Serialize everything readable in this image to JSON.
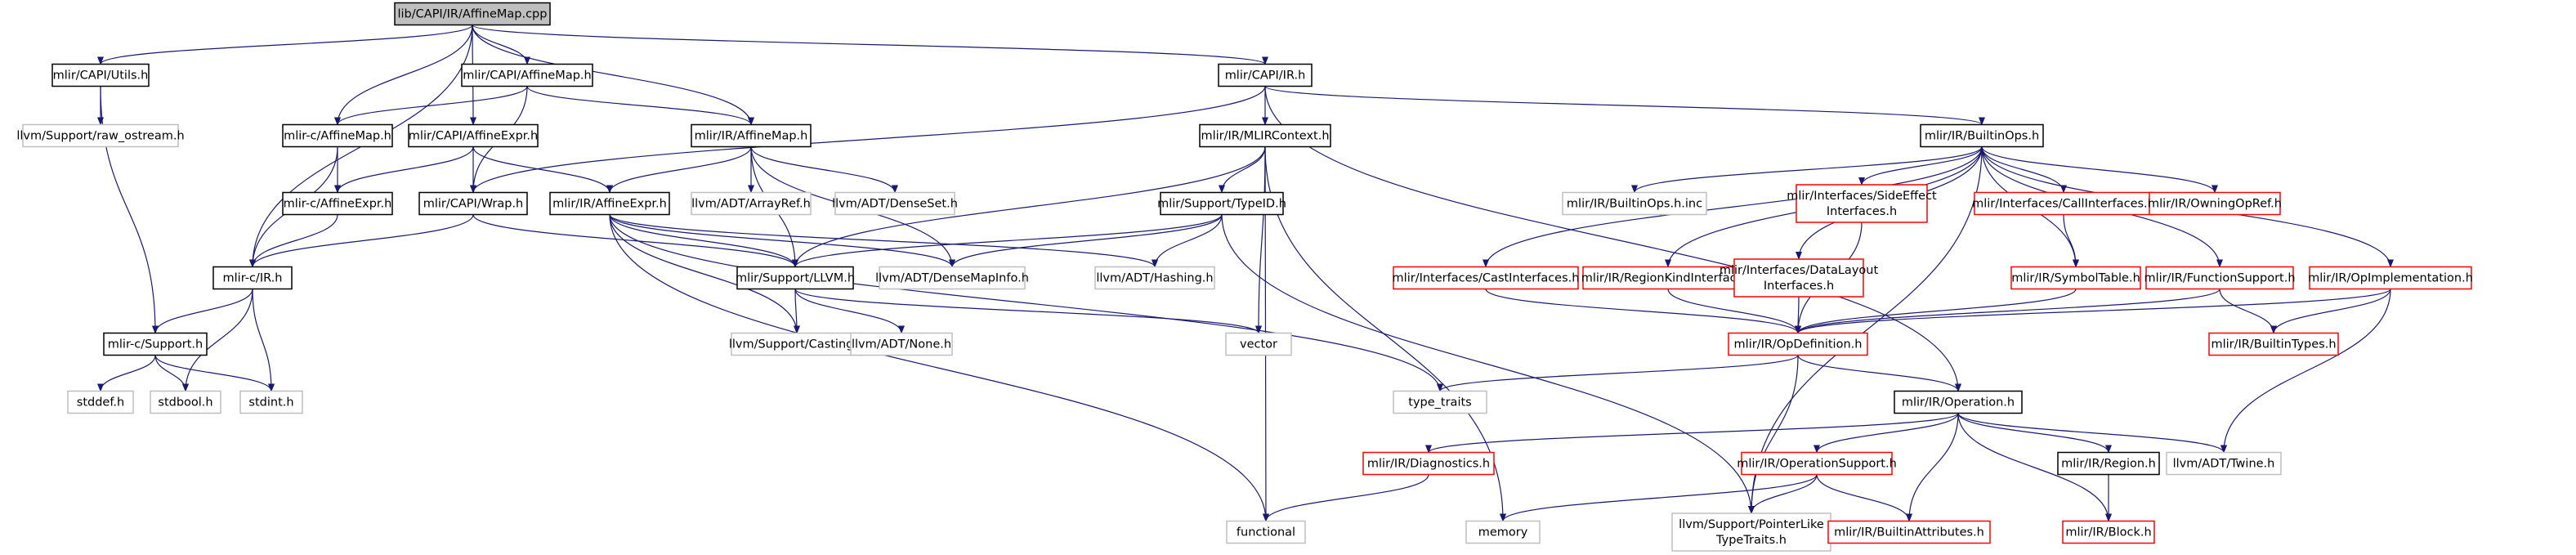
{
  "colors": {
    "root_fill": "#bfbfbf",
    "documented_border": "#000000",
    "undocumented_border": "#bfbfbf",
    "incomplete_border": "#ff0000",
    "edge": "#191970",
    "text": "#000000"
  },
  "nodes": [
    {
      "id": "root",
      "kind": "root",
      "lines": [
        "lib/CAPI/IR/AffineMap.cpp"
      ]
    },
    {
      "id": "capi_utils",
      "kind": "documented",
      "lines": [
        "mlir/CAPI/Utils.h"
      ]
    },
    {
      "id": "capi_affinemap",
      "kind": "documented",
      "lines": [
        "mlir/CAPI/AffineMap.h"
      ]
    },
    {
      "id": "capi_ir",
      "kind": "documented",
      "lines": [
        "mlir/CAPI/IR.h"
      ]
    },
    {
      "id": "raw_ostream",
      "kind": "undocumented",
      "lines": [
        "llvm/Support/raw_ostream.h"
      ]
    },
    {
      "id": "c_affinemap",
      "kind": "documented",
      "lines": [
        "mlir-c/AffineMap.h"
      ]
    },
    {
      "id": "capi_affineexpr",
      "kind": "documented",
      "lines": [
        "mlir/CAPI/AffineExpr.h"
      ]
    },
    {
      "id": "ir_affinemap",
      "kind": "documented",
      "lines": [
        "mlir/IR/AffineMap.h"
      ]
    },
    {
      "id": "mlircontext",
      "kind": "documented",
      "lines": [
        "mlir/IR/MLIRContext.h"
      ]
    },
    {
      "id": "builtinops",
      "kind": "documented",
      "lines": [
        "mlir/IR/BuiltinOps.h"
      ]
    },
    {
      "id": "c_affineexpr",
      "kind": "documented",
      "lines": [
        "mlir-c/AffineExpr.h"
      ]
    },
    {
      "id": "capi_wrap",
      "kind": "documented",
      "lines": [
        "mlir/CAPI/Wrap.h"
      ]
    },
    {
      "id": "ir_affineexpr",
      "kind": "documented",
      "lines": [
        "mlir/IR/AffineExpr.h"
      ]
    },
    {
      "id": "arrayref",
      "kind": "undocumented",
      "lines": [
        "llvm/ADT/ArrayRef.h"
      ]
    },
    {
      "id": "denseset",
      "kind": "undocumented",
      "lines": [
        "llvm/ADT/DenseSet.h"
      ]
    },
    {
      "id": "typeid",
      "kind": "documented",
      "lines": [
        "mlir/Support/TypeID.h"
      ]
    },
    {
      "id": "builtinops_inc",
      "kind": "undocumented",
      "lines": [
        "mlir/IR/BuiltinOps.h.inc"
      ]
    },
    {
      "id": "sideeffect",
      "kind": "incomplete",
      "lines": [
        "mlir/Interfaces/SideEffect",
        "Interfaces.h"
      ]
    },
    {
      "id": "callinterfaces",
      "kind": "incomplete",
      "lines": [
        "mlir/Interfaces/CallInterfaces.h"
      ]
    },
    {
      "id": "owningopref",
      "kind": "incomplete",
      "lines": [
        "mlir/IR/OwningOpRef.h"
      ]
    },
    {
      "id": "c_ir",
      "kind": "documented",
      "lines": [
        "mlir-c/IR.h"
      ]
    },
    {
      "id": "support_llvm",
      "kind": "documented",
      "lines": [
        "mlir/Support/LLVM.h"
      ]
    },
    {
      "id": "densemapinfo",
      "kind": "undocumented",
      "lines": [
        "llvm/ADT/DenseMapInfo.h"
      ]
    },
    {
      "id": "hashing",
      "kind": "undocumented",
      "lines": [
        "llvm/ADT/Hashing.h"
      ]
    },
    {
      "id": "castinterfaces",
      "kind": "incomplete",
      "lines": [
        "mlir/Interfaces/CastInterfaces.h"
      ]
    },
    {
      "id": "regionkind",
      "kind": "incomplete",
      "lines": [
        "mlir/IR/RegionKindInterface.h"
      ]
    },
    {
      "id": "datalayout",
      "kind": "incomplete",
      "lines": [
        "mlir/Interfaces/DataLayout",
        "Interfaces.h"
      ]
    },
    {
      "id": "symboltable",
      "kind": "incomplete",
      "lines": [
        "mlir/IR/SymbolTable.h"
      ]
    },
    {
      "id": "functionsupport",
      "kind": "incomplete",
      "lines": [
        "mlir/IR/FunctionSupport.h"
      ]
    },
    {
      "id": "opimplementation",
      "kind": "incomplete",
      "lines": [
        "mlir/IR/OpImplementation.h"
      ]
    },
    {
      "id": "c_support",
      "kind": "documented",
      "lines": [
        "mlir-c/Support.h"
      ]
    },
    {
      "id": "vector",
      "kind": "undocumented",
      "lines": [
        "vector"
      ]
    },
    {
      "id": "casting",
      "kind": "undocumented",
      "lines": [
        "llvm/Support/Casting.h"
      ]
    },
    {
      "id": "none",
      "kind": "undocumented",
      "lines": [
        "llvm/ADT/None.h"
      ]
    },
    {
      "id": "opdefinition",
      "kind": "incomplete",
      "lines": [
        "mlir/IR/OpDefinition.h"
      ]
    },
    {
      "id": "builtintypes",
      "kind": "incomplete",
      "lines": [
        "mlir/IR/BuiltinTypes.h"
      ]
    },
    {
      "id": "stddef",
      "kind": "undocumented",
      "lines": [
        "stddef.h"
      ]
    },
    {
      "id": "stdbool",
      "kind": "undocumented",
      "lines": [
        "stdbool.h"
      ]
    },
    {
      "id": "stdint",
      "kind": "undocumented",
      "lines": [
        "stdint.h"
      ]
    },
    {
      "id": "type_traits",
      "kind": "undocumented",
      "lines": [
        "type_traits"
      ]
    },
    {
      "id": "operation",
      "kind": "documented",
      "lines": [
        "mlir/IR/Operation.h"
      ]
    },
    {
      "id": "diagnostics",
      "kind": "incomplete",
      "lines": [
        "mlir/IR/Diagnostics.h"
      ]
    },
    {
      "id": "operationsupport",
      "kind": "incomplete",
      "lines": [
        "mlir/IR/OperationSupport.h"
      ]
    },
    {
      "id": "region",
      "kind": "documented",
      "lines": [
        "mlir/IR/Region.h"
      ]
    },
    {
      "id": "twine",
      "kind": "undocumented",
      "lines": [
        "llvm/ADT/Twine.h"
      ]
    },
    {
      "id": "functional",
      "kind": "undocumented",
      "lines": [
        "functional"
      ]
    },
    {
      "id": "memory",
      "kind": "undocumented",
      "lines": [
        "memory"
      ]
    },
    {
      "id": "pointerlike",
      "kind": "undocumented",
      "lines": [
        "llvm/Support/PointerLike",
        "TypeTraits.h"
      ]
    },
    {
      "id": "builtinattrs",
      "kind": "incomplete",
      "lines": [
        "mlir/IR/BuiltinAttributes.h"
      ]
    },
    {
      "id": "block",
      "kind": "incomplete",
      "lines": [
        "mlir/IR/Block.h"
      ]
    }
  ],
  "edges": [
    [
      "root",
      "capi_utils"
    ],
    [
      "root",
      "capi_affinemap"
    ],
    [
      "root",
      "capi_ir"
    ],
    [
      "root",
      "c_affinemap"
    ],
    [
      "root",
      "ir_affinemap"
    ],
    [
      "root",
      "capi_affineexpr"
    ],
    [
      "root",
      "c_ir"
    ],
    [
      "capi_utils",
      "raw_ostream"
    ],
    [
      "capi_utils",
      "c_support"
    ],
    [
      "capi_affinemap",
      "c_affinemap"
    ],
    [
      "capi_affinemap",
      "ir_affinemap"
    ],
    [
      "capi_affinemap",
      "capi_wrap"
    ],
    [
      "capi_ir",
      "mlircontext"
    ],
    [
      "capi_ir",
      "builtinops"
    ],
    [
      "capi_ir",
      "operation"
    ],
    [
      "capi_ir",
      "capi_wrap"
    ],
    [
      "c_affinemap",
      "c_affineexpr"
    ],
    [
      "c_affinemap",
      "c_ir"
    ],
    [
      "capi_affineexpr",
      "c_affineexpr"
    ],
    [
      "capi_affineexpr",
      "ir_affineexpr"
    ],
    [
      "capi_affineexpr",
      "capi_wrap"
    ],
    [
      "ir_affinemap",
      "ir_affineexpr"
    ],
    [
      "ir_affinemap",
      "arrayref"
    ],
    [
      "ir_affinemap",
      "denseset"
    ],
    [
      "ir_affinemap",
      "densemapinfo"
    ],
    [
      "ir_affinemap",
      "support_llvm"
    ],
    [
      "c_affineexpr",
      "c_ir"
    ],
    [
      "capi_wrap",
      "c_ir"
    ],
    [
      "capi_wrap",
      "support_llvm"
    ],
    [
      "ir_affineexpr",
      "support_llvm"
    ],
    [
      "ir_affineexpr",
      "casting"
    ],
    [
      "ir_affineexpr",
      "densemapinfo"
    ],
    [
      "ir_affineexpr",
      "hashing"
    ],
    [
      "ir_affineexpr",
      "type_traits"
    ],
    [
      "ir_affineexpr",
      "functional"
    ],
    [
      "mlircontext",
      "support_llvm"
    ],
    [
      "mlircontext",
      "typeid"
    ],
    [
      "mlircontext",
      "vector"
    ],
    [
      "mlircontext",
      "functional"
    ],
    [
      "mlircontext",
      "memory"
    ],
    [
      "typeid",
      "support_llvm"
    ],
    [
      "typeid",
      "densemapinfo"
    ],
    [
      "typeid",
      "hashing"
    ],
    [
      "typeid",
      "pointerlike"
    ],
    [
      "support_llvm",
      "casting"
    ],
    [
      "support_llvm",
      "none"
    ],
    [
      "support_llvm",
      "vector"
    ],
    [
      "c_ir",
      "c_support"
    ],
    [
      "c_ir",
      "stdbool"
    ],
    [
      "c_ir",
      "stdint"
    ],
    [
      "c_support",
      "stddef"
    ],
    [
      "c_support",
      "stdbool"
    ],
    [
      "c_support",
      "stdint"
    ],
    [
      "builtinops",
      "builtinops_inc"
    ],
    [
      "builtinops",
      "castinterfaces"
    ],
    [
      "builtinops",
      "regionkind"
    ],
    [
      "builtinops",
      "datalayout"
    ],
    [
      "builtinops",
      "sideeffect"
    ],
    [
      "builtinops",
      "callinterfaces"
    ],
    [
      "builtinops",
      "owningopref"
    ],
    [
      "builtinops",
      "symboltable"
    ],
    [
      "builtinops",
      "functionsupport"
    ],
    [
      "builtinops",
      "opimplementation"
    ],
    [
      "builtinops",
      "pointerlike"
    ],
    [
      "castinterfaces",
      "opdefinition"
    ],
    [
      "regionkind",
      "opdefinition"
    ],
    [
      "datalayout",
      "opdefinition"
    ],
    [
      "sideeffect",
      "opdefinition"
    ],
    [
      "callinterfaces",
      "symboltable"
    ],
    [
      "symboltable",
      "opdefinition"
    ],
    [
      "functionsupport",
      "opdefinition"
    ],
    [
      "functionsupport",
      "builtintypes"
    ],
    [
      "opimplementation",
      "opdefinition"
    ],
    [
      "opimplementation",
      "builtintypes"
    ],
    [
      "opimplementation",
      "twine"
    ],
    [
      "opdefinition",
      "operation"
    ],
    [
      "opdefinition",
      "type_traits"
    ],
    [
      "opdefinition",
      "pointerlike"
    ],
    [
      "operation",
      "diagnostics"
    ],
    [
      "operation",
      "operationsupport"
    ],
    [
      "operation",
      "region"
    ],
    [
      "operation",
      "twine"
    ],
    [
      "operation",
      "builtinattrs"
    ],
    [
      "operation",
      "block"
    ],
    [
      "diagnostics",
      "functional"
    ],
    [
      "operationsupport",
      "memory"
    ],
    [
      "operationsupport",
      "pointerlike"
    ],
    [
      "operationsupport",
      "builtinattrs"
    ],
    [
      "region",
      "block"
    ]
  ]
}
